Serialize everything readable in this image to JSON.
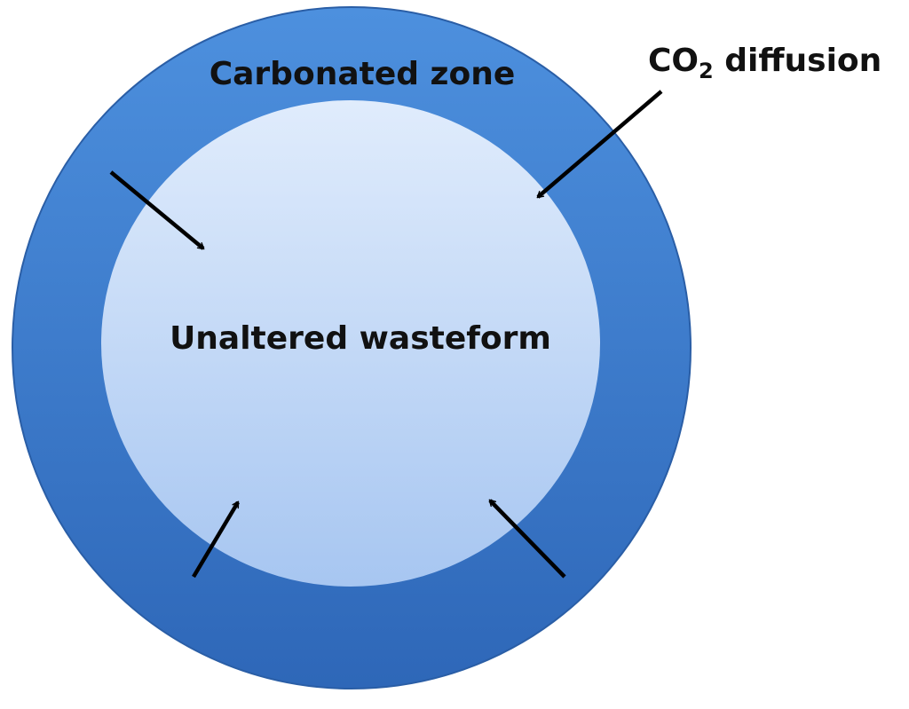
{
  "diagram": {
    "outer_label": "Carbonated zone",
    "inner_label": "Unaltered wasteform",
    "diffusion_label": {
      "prefix": "CO",
      "subscript": "2",
      "suffix": " diffusion"
    }
  },
  "colors": {
    "outer_ring_top": "#4a8ddb",
    "outer_ring_bottom": "#2f6bbd",
    "outer_ring_stroke": "#2a5ea6",
    "inner_core_top": "#dce9fb",
    "inner_core_bottom": "#aac8f2",
    "arrow": "#000000",
    "text": "#111111"
  }
}
